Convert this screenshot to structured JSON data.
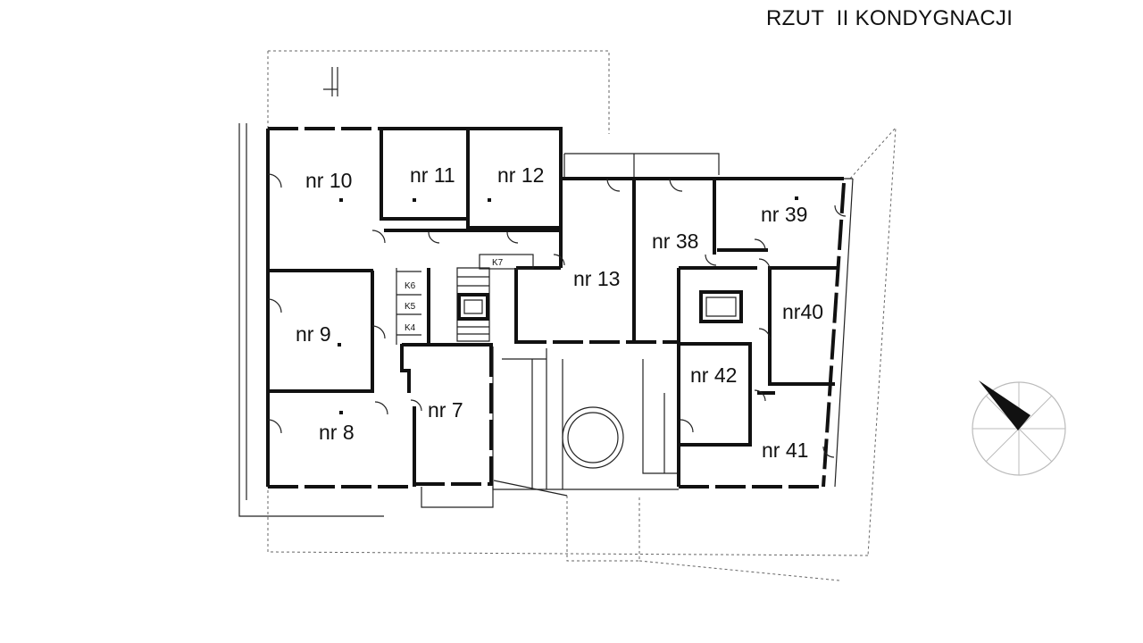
{
  "title": "RZUT  II KONDYGNACJI",
  "rooms": [
    {
      "id": "nr10",
      "label": "nr 10"
    },
    {
      "id": "nr11",
      "label": "nr 11"
    },
    {
      "id": "nr12",
      "label": "nr 12"
    },
    {
      "id": "nr13",
      "label": "nr 13"
    },
    {
      "id": "nr9",
      "label": "nr 9"
    },
    {
      "id": "nr8",
      "label": "nr 8"
    },
    {
      "id": "nr7",
      "label": "nr 7"
    },
    {
      "id": "nr38",
      "label": "nr 38"
    },
    {
      "id": "nr39",
      "label": "nr 39"
    },
    {
      "id": "nr40",
      "label": "nr40"
    },
    {
      "id": "nr42",
      "label": "nr 42"
    },
    {
      "id": "nr41",
      "label": "nr 41"
    }
  ],
  "closets": [
    {
      "id": "k7",
      "label": "K7"
    },
    {
      "id": "k6",
      "label": "K6"
    },
    {
      "id": "k5",
      "label": "K5"
    },
    {
      "id": "k4",
      "label": "K4"
    }
  ],
  "compass": {
    "icon": "north-arrow-icon"
  }
}
